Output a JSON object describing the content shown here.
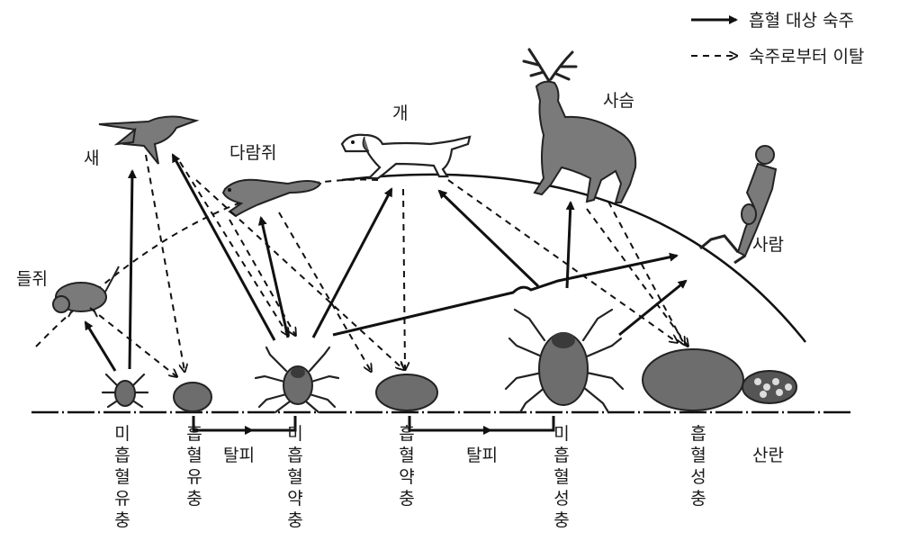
{
  "legend": {
    "feeding_host": "흡혈 대상 숙주",
    "drop_off": "숙주로부터 이탈"
  },
  "hosts": {
    "vole": "들쥐",
    "bird": "새",
    "squirrel": "다람쥐",
    "dog": "개",
    "deer": "사슴",
    "human": "사람"
  },
  "stages": {
    "unfed_larva": "미흡혈유충",
    "engorged_larva": "흡혈유충",
    "unfed_nymph": "미흡혈약충",
    "engorged_nymph": "흡혈약충",
    "unfed_adult": "미흡혈성충",
    "engorged_adult": "흡혈성충"
  },
  "processes": {
    "molt_1": "탈피",
    "molt_2": "탈피",
    "oviposition": "산란"
  }
}
